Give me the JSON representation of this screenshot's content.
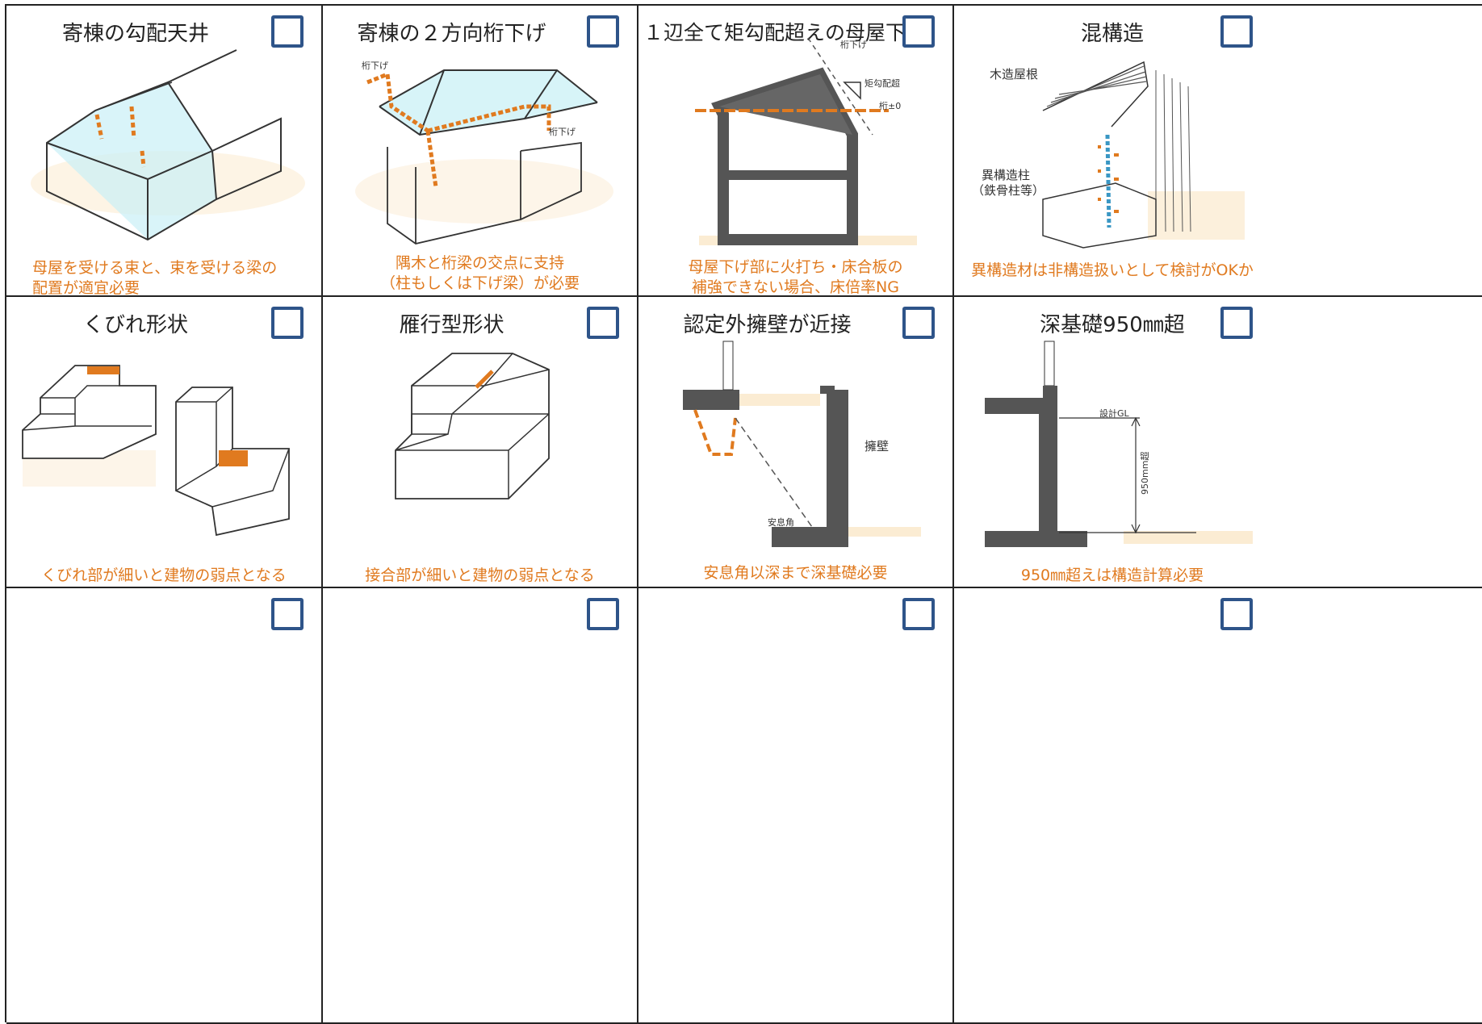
{
  "cells": [
    {
      "title": "寄棟の勾配天井",
      "caption": [
        "母屋を受ける束と、束を受ける梁の",
        "配置が適宜必要"
      ]
    },
    {
      "title": "寄棟の２方向桁下げ",
      "caption": [
        "隅木と桁梁の交点に支持",
        "（柱もしくは下げ梁）が必要"
      ],
      "labels": [
        "桁下げ",
        "桁下げ"
      ]
    },
    {
      "title": "１辺全て矩勾配超えの母屋下げ",
      "caption": [
        "母屋下げ部に火打ち・床合板の",
        "補強できない場合、床倍率NG"
      ],
      "labels": [
        "桁下げ",
        "矩勾配超",
        "桁±0"
      ]
    },
    {
      "title": "混構造",
      "caption": [
        "異構造材は非構造扱いとして検討がOKか"
      ],
      "labels": [
        "木造屋根",
        "異構造柱",
        "（鉄骨柱等）"
      ]
    },
    {
      "title": "くびれ形状",
      "caption": [
        "くびれ部が細いと建物の弱点となる"
      ]
    },
    {
      "title": "雁行型形状",
      "caption": [
        "接合部が細いと建物の弱点となる"
      ]
    },
    {
      "title": "認定外擁壁が近接",
      "caption": [
        "安息角以深まで深基礎必要"
      ],
      "labels": [
        "擁壁",
        "安息角"
      ]
    },
    {
      "title": "深基礎950㎜超",
      "caption": [
        "950㎜超えは構造計算必要"
      ],
      "labels": [
        "設計GL",
        "950mm超"
      ]
    },
    {
      "title": "",
      "caption": []
    },
    {
      "title": "",
      "caption": []
    },
    {
      "title": "",
      "caption": []
    },
    {
      "title": "",
      "caption": []
    }
  ],
  "colors": {
    "accent": "#e07a1f",
    "checkbox": "#2e5489",
    "cyan": "#7fd6e6",
    "wall": "#555555"
  }
}
